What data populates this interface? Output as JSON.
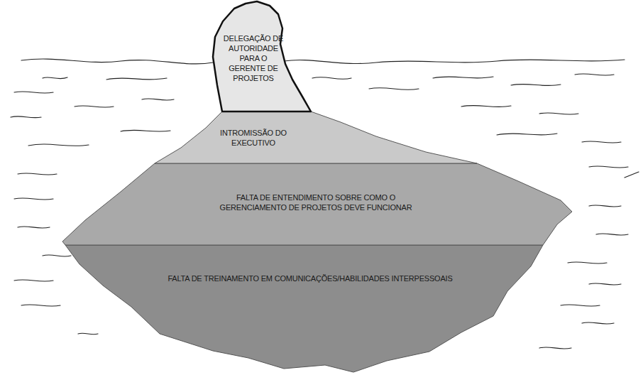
{
  "diagram": {
    "nodes": [
      {
        "text": [
          "DELEGAÇÃO DE AUTORIDADE PARA O GERENTE DE PROJETOS"
        ]
      },
      {
        "text": [
          "INTROMISSÃO DO EXECUTIVO"
        ]
      },
      {
        "text": [
          "FALTA DE ENTENDIMENTO SOBRE COMO O GERENCIAMENTO DE PROJETOS DEVE FUNCIONAR"
        ]
      },
      {
        "text": [
          "FALTA DE TREINAMENTO EM COMUNICAÇÕES/HABILIDADES INTERPESSOAIS"
        ]
      }
    ]
  }
}
